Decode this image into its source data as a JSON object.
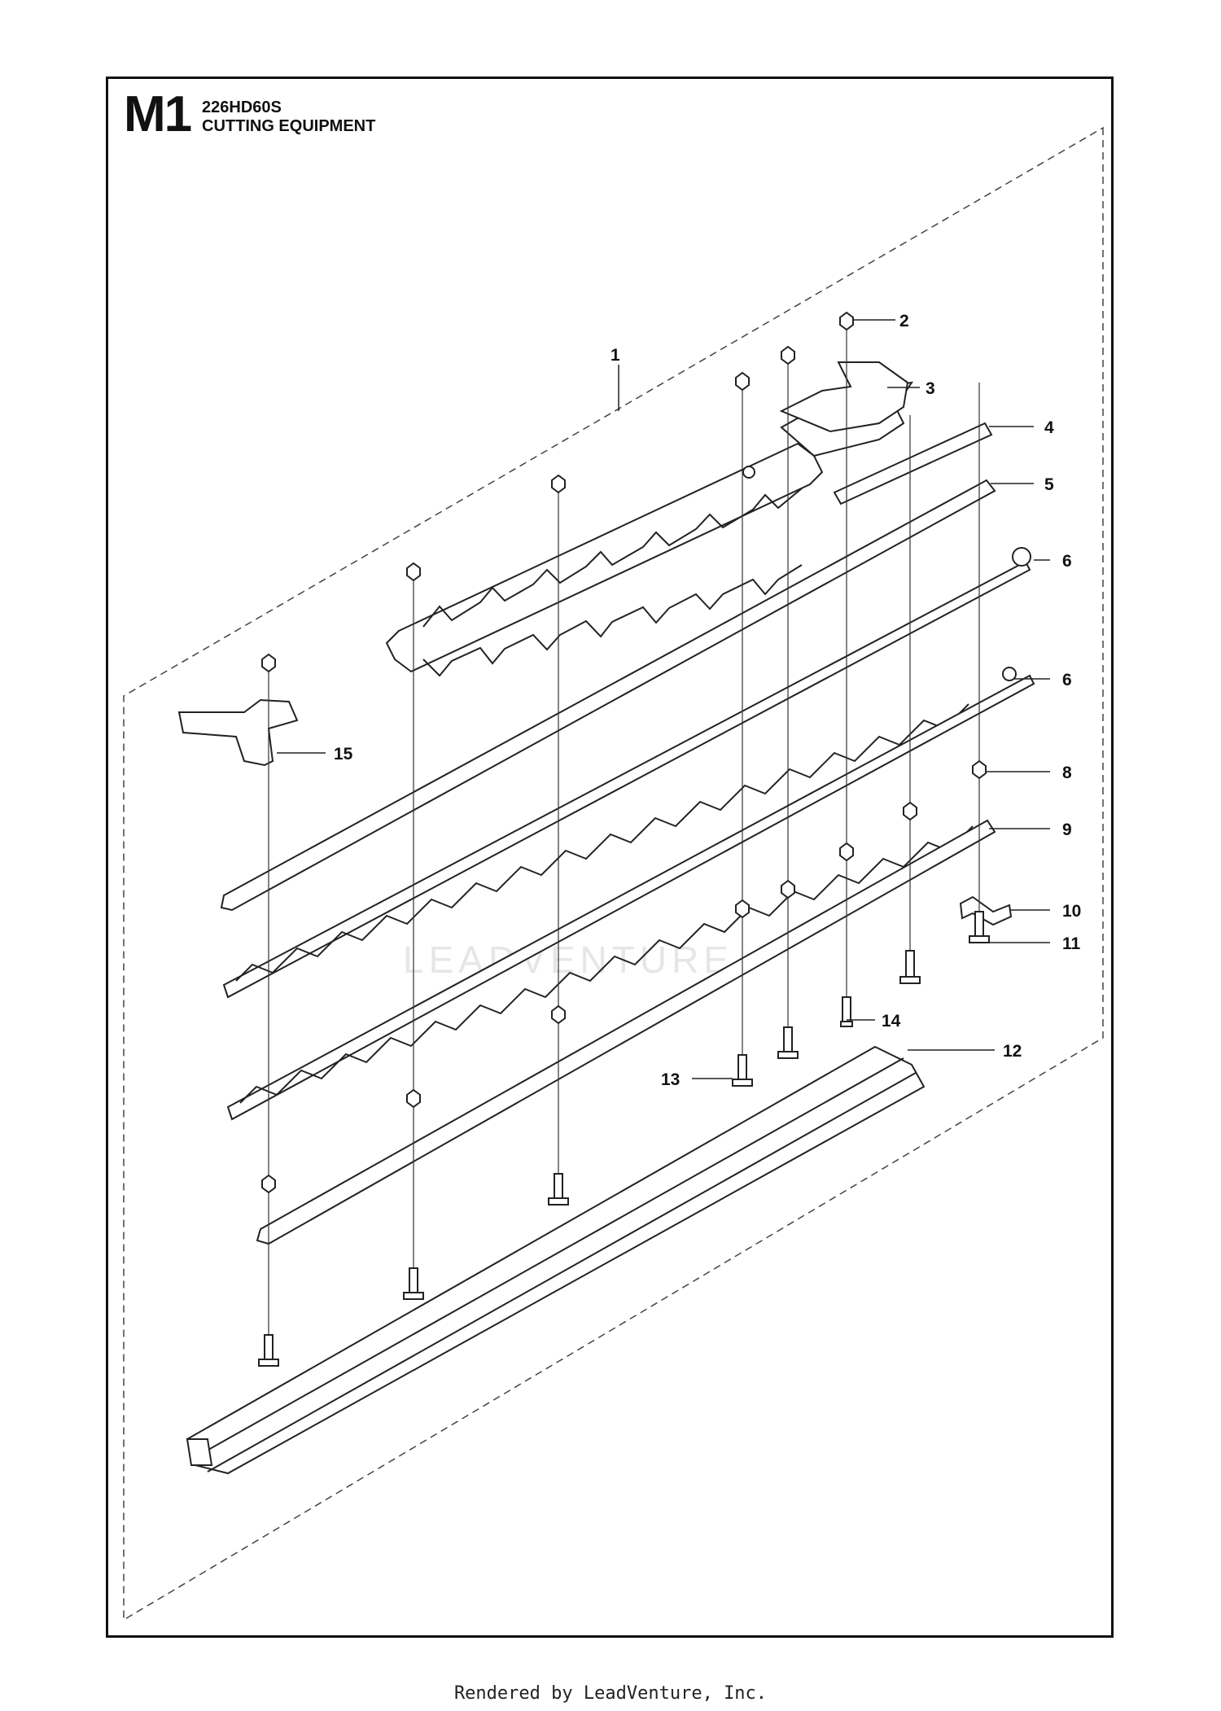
{
  "header": {
    "sheet_code": "M1",
    "model": "226HD60S",
    "title": "CUTTING EQUIPMENT"
  },
  "callouts": [
    "1",
    "2",
    "3",
    "4",
    "5",
    "6",
    "6",
    "8",
    "9",
    "10",
    "11",
    "12",
    "13",
    "14",
    "15"
  ],
  "watermark": "LEADVENTURE",
  "footer": "Rendered by LeadVenture, Inc."
}
